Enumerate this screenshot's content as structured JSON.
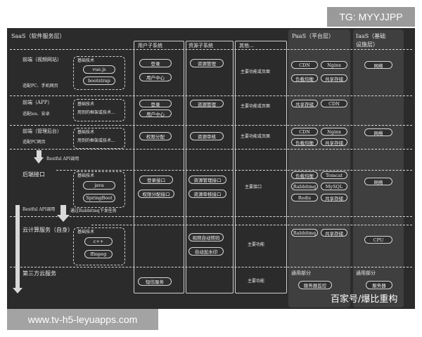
{
  "badges": {
    "top": "TG: MYYJJPP",
    "bottom": "www.tv-h5-leyuapps.com",
    "watermark": "百家号/爆比重构"
  },
  "headers": {
    "saas": "SaaS（软件服务层）",
    "user": "用户子系统",
    "resource": "资源子系统",
    "other": "其他...",
    "paas": "PaaS（平台层）",
    "iaas_1": "IaaS（基础",
    "iaas_2": "设施层）"
  },
  "rows": {
    "web": {
      "title": "前端（视频网站）",
      "sub": "适配PC、手机网页",
      "tech": "基础技术",
      "items": [
        "vue.js",
        "bootstrap"
      ],
      "user": [
        "登录",
        "用户中心"
      ],
      "resource": [
        "资源管理"
      ],
      "other": "主要功能或页面",
      "paas": [
        "CDN",
        "Nginx",
        "负载均衡",
        "共享存储"
      ],
      "iaas": [
        "网络"
      ]
    },
    "app": {
      "title": "前端（APP）",
      "sub": "适配ios、安卓",
      "tech": "基础技术",
      "framework": "用到的框架或技术...",
      "user": [
        "登录",
        "用户中心"
      ],
      "resource": [
        "资源管理"
      ],
      "other": "主要功能或页面",
      "paas": [
        "共享存储",
        "CDN"
      ]
    },
    "admin": {
      "title": "前端（管理后台）",
      "sub": "适配PC网页",
      "tech": "基础技术",
      "framework": "用到的框架或技术...",
      "user": [
        "权限分配"
      ],
      "resource": [
        "资源审核"
      ],
      "other": "主要功能或页面",
      "paas": [
        "CDN",
        "Nginx",
        "负载均衡",
        "共享存储"
      ],
      "iaas": [
        "网络"
      ]
    },
    "restful_1": "Restful API调用",
    "backend": {
      "title": "后端接口",
      "tech": "基础技术",
      "items": [
        "java",
        "SpringBoot"
      ],
      "user": [
        "登录接口",
        "权限分配接口"
      ],
      "resource": [
        "资源管理接口",
        "资源审核接口"
      ],
      "other": "主要接口",
      "paas": [
        "负载均衡",
        "Tomcat",
        "Rabbitmq",
        "MySQL",
        "Redis",
        "共享存储"
      ],
      "iaas": [
        "网络"
      ]
    },
    "restful_2": "Restful API调用",
    "mq": "通过Rabbitmq下发任务",
    "cloud": {
      "title": "云计算服务（自身）",
      "tech": "基础技术",
      "items": [
        "c++",
        "ffmpeg"
      ],
      "resource": [
        "视频自动转码",
        "自动加水印"
      ],
      "other": "主要功能",
      "paas": [
        "Rabbitmq",
        "共享存储"
      ],
      "iaas": [
        "CPU"
      ]
    },
    "third": {
      "title": "第三方云服务",
      "user": [
        "短信服务"
      ],
      "other": "主要功能",
      "paas_label": "通用部分",
      "paas": [
        "服务器监控"
      ],
      "iaas_label": "通用部分",
      "iaas": [
        "服务器"
      ]
    }
  }
}
